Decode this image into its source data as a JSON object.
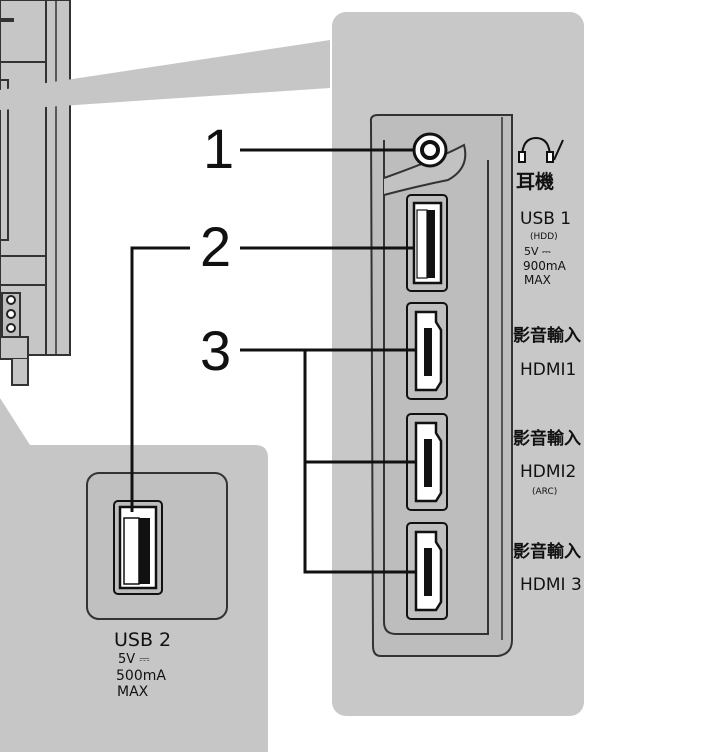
{
  "callouts": {
    "headphone": "1",
    "usb1": "2",
    "hdmi": "3"
  },
  "headphone": {
    "label": "耳機"
  },
  "usb1": {
    "label": "USB 1",
    "sub": "(HDD)",
    "voltage": "5V ⎓",
    "current": "900mA",
    "max": "MAX"
  },
  "hdmi1": {
    "label_zh": "影音輸入",
    "label": "HDMI1"
  },
  "hdmi2": {
    "label_zh": "影音輸入",
    "label": "HDMI2",
    "sub": "(ARC)"
  },
  "hdmi3": {
    "label_zh": "影音輸入",
    "label": "HDMI 3"
  },
  "usb2": {
    "label": "USB 2",
    "voltage": "5V ⎓",
    "current": "500mA",
    "max": "MAX"
  },
  "icons": {
    "headphone": "headphone-icon",
    "dc": "dc-symbol"
  },
  "colors": {
    "panel": "#c8c8c8",
    "panel_dark": "#bdbdbd",
    "line": "#111111"
  }
}
